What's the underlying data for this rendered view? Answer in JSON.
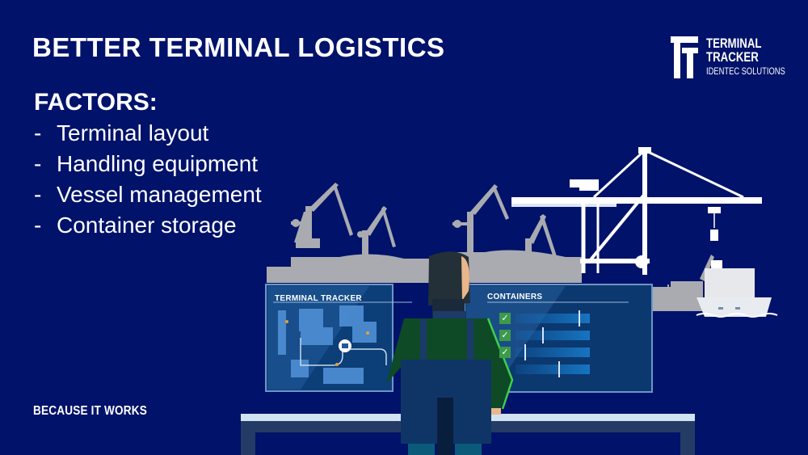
{
  "header": {
    "title": "BETTER TERMINAL LOGISTICS"
  },
  "factors": {
    "heading": "FACTORS:",
    "items": [
      {
        "dash": "-",
        "label": "Terminal layout"
      },
      {
        "dash": "-",
        "label": "Handling equipment"
      },
      {
        "dash": "-",
        "label": "Vessel management"
      },
      {
        "dash": "-",
        "label": "Container storage"
      }
    ]
  },
  "logo": {
    "icon": "tt-monogram-icon",
    "line1": "TERMINAL",
    "line2": "TRACKER",
    "line3": "IDENTEC SOLUTIONS"
  },
  "footer": {
    "tagline": "BECAUSE IT WORKS"
  },
  "screens": {
    "left": {
      "title": "TERMINAL TRACKER"
    },
    "right": {
      "title": "CONTAINERS",
      "rows": [
        {
          "checked": true,
          "marker_pct": 85
        },
        {
          "checked": true,
          "marker_pct": 36
        },
        {
          "checked": true,
          "marker_pct": 12
        },
        {
          "checked": false,
          "marker_pct": 58
        }
      ]
    }
  },
  "colors": {
    "background": "#00126a",
    "crane_gray": "#a9abb0",
    "screen_blue": "#0c3e78",
    "accent_green": "#3ecf4a",
    "check_green": "#3c9a4a",
    "jacket_green": "#0e4a26",
    "desk_light": "#cfe3f3"
  }
}
